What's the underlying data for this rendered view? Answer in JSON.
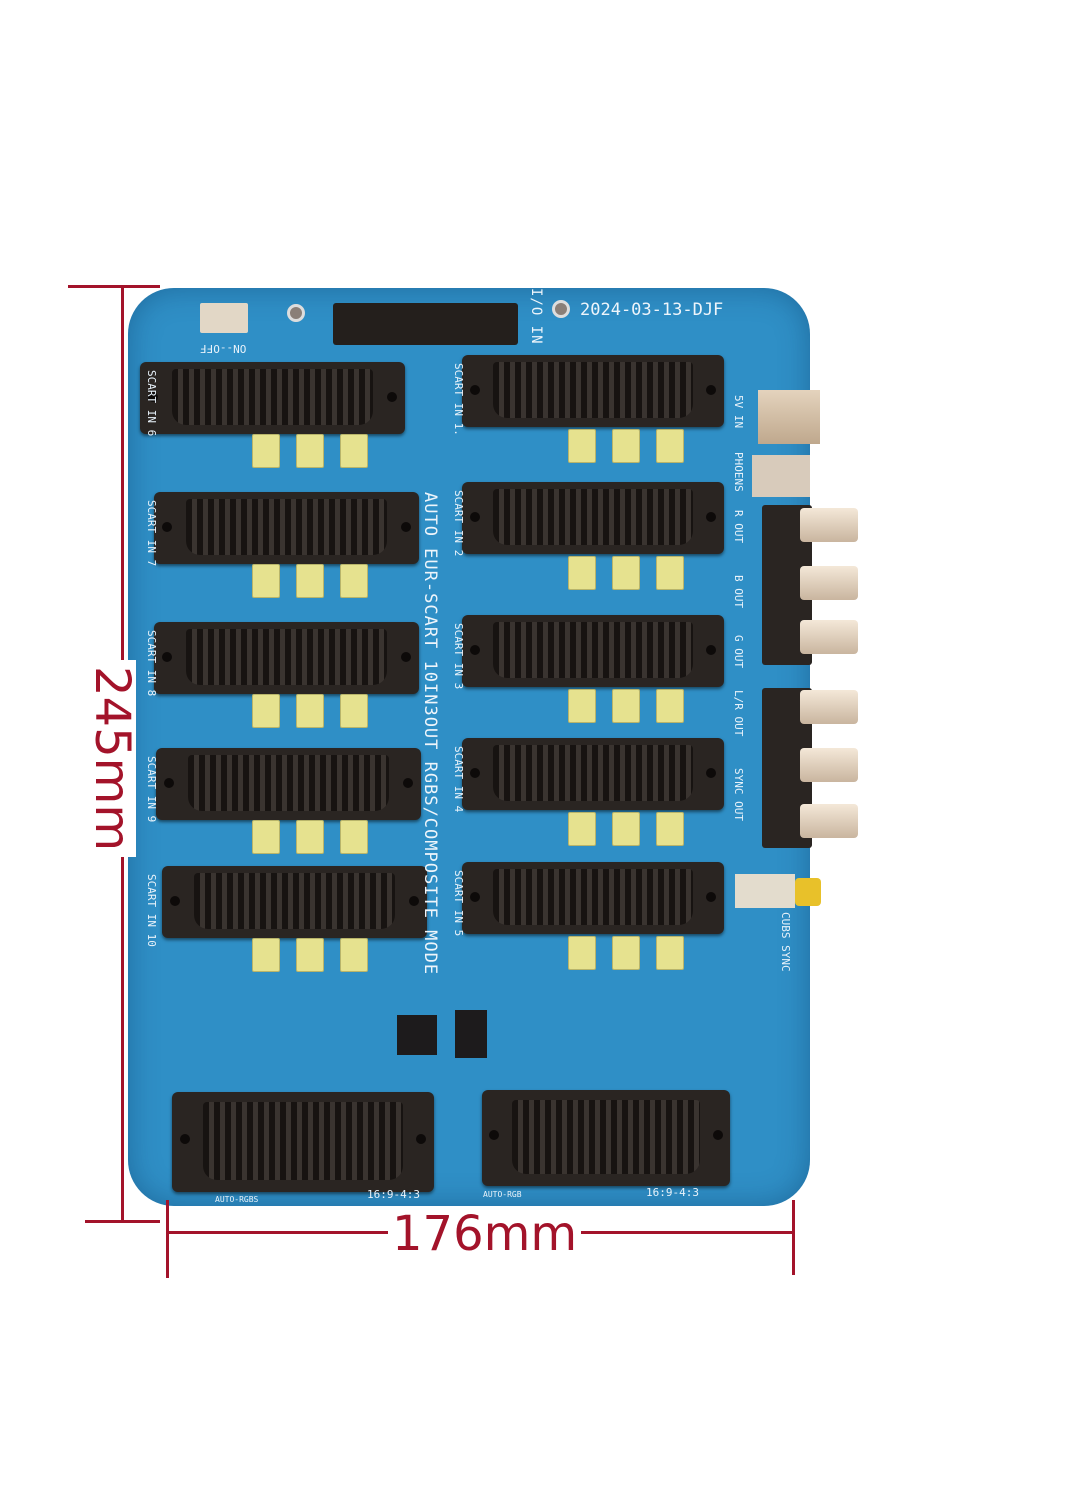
{
  "dimensions": {
    "height_label": "245mm",
    "width_label": "176mm",
    "color": "#a3132a"
  },
  "board": {
    "color": "#2f8fc6",
    "date_code": "2024-03-13-DJF",
    "io_label": "I/O IN",
    "power_switch_label": "ON--OFF",
    "title": "AUTO EUR-SCART 10IN3OUT RGBS/COMPOSITE MODE",
    "left_inputs": [
      "SCART IN 6",
      "SCART IN 7",
      "SCART IN 8",
      "SCART IN 9",
      "SCART IN 10"
    ],
    "right_inputs": [
      "SCART IN 1.",
      "SCART IN 2",
      "SCART IN 3",
      "SCART IN 4",
      "SCART IN 5"
    ],
    "side_labels": [
      "5V IN",
      "PHOENS",
      "R OUT",
      "B OUT",
      "G OUT",
      "L/R OUT",
      "SYNC OUT"
    ],
    "cvbs_label": "CUBS SYNC",
    "bottom_left": {
      "mode": "AUTO-RGBS",
      "aspect": "16:9-4:3"
    },
    "bottom_right": {
      "mode": "AUTO-RGB",
      "aspect": "16:9-4:3"
    }
  }
}
